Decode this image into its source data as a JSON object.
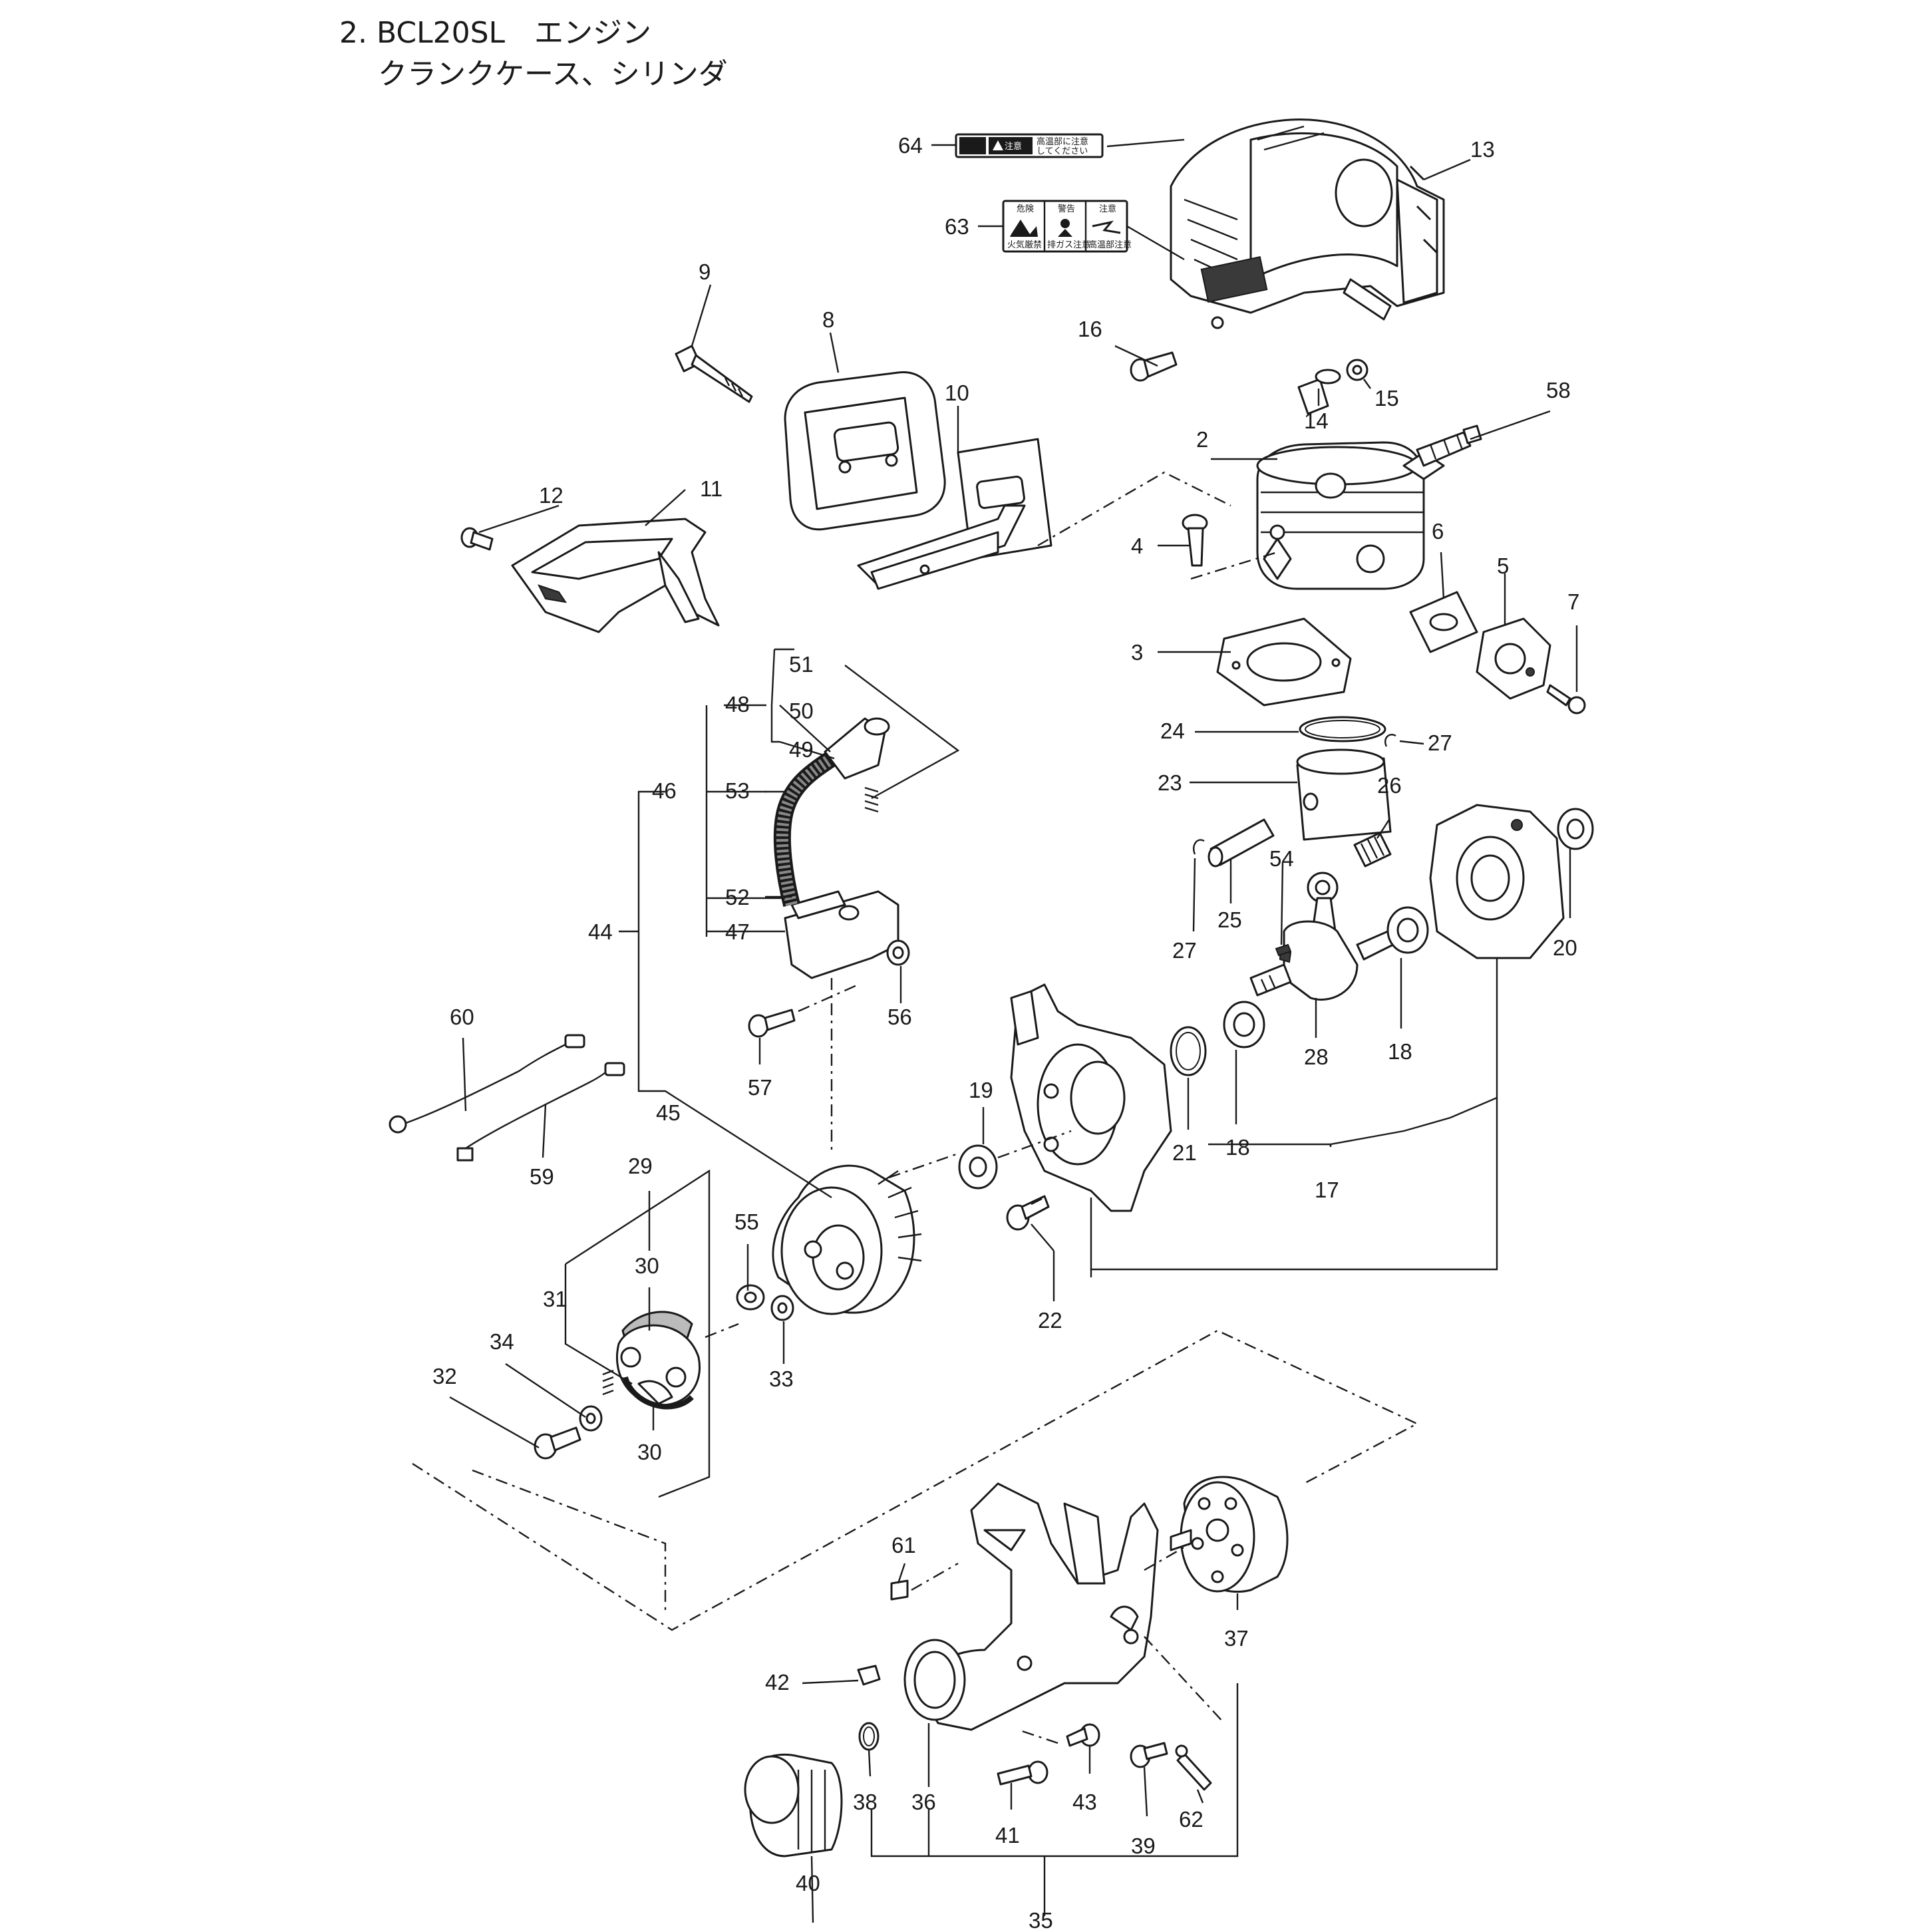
{
  "title": {
    "line1": "2. BCL20SL　エンジン",
    "line2": "クランクケース、シリンダ"
  },
  "callouts": {
    "p2": "2",
    "p3": "3",
    "p4": "4",
    "p5": "5",
    "p6": "6",
    "p7": "7",
    "p8": "8",
    "p9": "9",
    "p10": "10",
    "p11": "11",
    "p12": "12",
    "p13": "13",
    "p14": "14",
    "p15": "15",
    "p16": "16",
    "p17": "17",
    "p18a": "18",
    "p18b": "18",
    "p19": "19",
    "p20": "20",
    "p21": "21",
    "p22": "22",
    "p23": "23",
    "p24": "24",
    "p25": "25",
    "p26": "26",
    "p27a": "27",
    "p27b": "27",
    "p28": "28",
    "p29": "29",
    "p30a": "30",
    "p30b": "30",
    "p31": "31",
    "p32": "32",
    "p33": "33",
    "p34": "34",
    "p35": "35",
    "p36": "36",
    "p37": "37",
    "p38": "38",
    "p39": "39",
    "p40": "40",
    "p41": "41",
    "p42": "42",
    "p43": "43",
    "p44": "44",
    "p45": "45",
    "p46": "46",
    "p47": "47",
    "p48": "48",
    "p49": "49",
    "p50": "50",
    "p51": "51",
    "p52": "52",
    "p53": "53",
    "p54": "54",
    "p55": "55",
    "p56": "56",
    "p57": "57",
    "p58": "58",
    "p59": "59",
    "p60": "60",
    "p61": "61",
    "p62": "62",
    "p63": "63",
    "p64": "64"
  },
  "stickers": {
    "top_caution": "注意",
    "top_hot": "高温部に注意",
    "top_hot2": "してください",
    "danger": "危険",
    "warning": "警告",
    "caution": "注意",
    "fire": "火気厳禁",
    "exhaust": "排ガス注意",
    "hot": "高温部注意"
  },
  "colors": {
    "line": "#1a1a1a",
    "background": "#ffffff",
    "shade": "#3a3a3a"
  }
}
